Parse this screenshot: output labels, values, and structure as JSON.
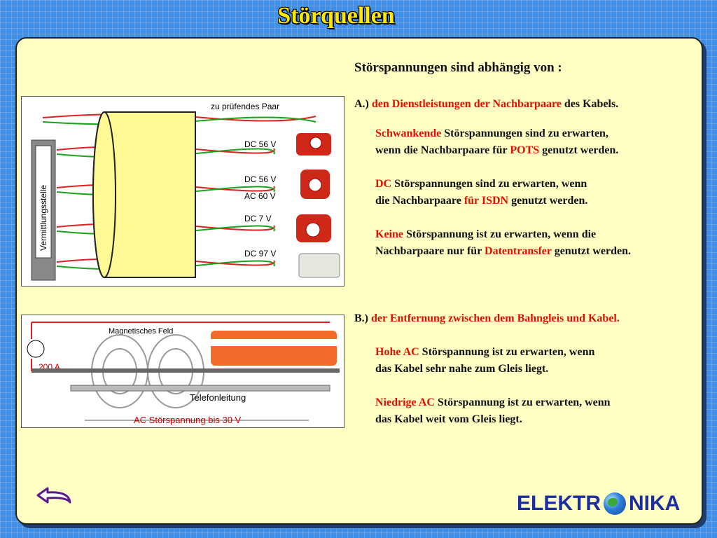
{
  "title": "Störquellen",
  "heading": "Störspannungen sind abhängig von :",
  "section_a": {
    "prefix": "A.)",
    "text_red": "den Dienstleistungen der",
    "text_red2": "Nachbarpaare",
    "text_tail": "des Kabels."
  },
  "items_a": [
    {
      "lines": [
        [
          "Schwankende",
          "Störspannungen sind zu erwarten,"
        ],
        [
          "wenn die Nachbarpaare für",
          "POTS",
          "genutzt werden."
        ]
      ]
    },
    {
      "lines": [
        [
          "DC",
          "Störspannungen sind zu erwarten, wenn"
        ],
        [
          "die Nachbarpaare",
          "für ISDN",
          "genutzt werden."
        ]
      ]
    },
    {
      "lines": [
        [
          "Keine",
          "Störspannung ist zu erwarten, wenn die"
        ],
        [
          "Nachbarpaare nur für",
          "Datentransfer",
          "genutzt  werden."
        ]
      ]
    }
  ],
  "section_b": {
    "prefix": "B.)",
    "text_red": "der Entfernung zwischen dem Bahngleis und Kabel."
  },
  "items_b": [
    {
      "lines": [
        [
          "Hohe AC",
          "Störspannung ist zu erwarten, wenn"
        ],
        [
          "das Kabel sehr nahe zum Gleis liegt."
        ]
      ]
    },
    {
      "lines": [
        [
          "Niedrige AC",
          "Störspannung ist zu erwarten, wenn"
        ],
        [
          "das Kabel weit vom Gleis liegt."
        ]
      ]
    }
  ],
  "figure1": {
    "pair_label": "zu prüfendes Paar",
    "exchange_label": "Vermittlungsstelle",
    "voltages": [
      "DC 56 V",
      "DC 56 V",
      "AC 60 V",
      "DC 7 V",
      "DC 97 V"
    ]
  },
  "figure2": {
    "field_label": "Magnetisches Feld",
    "current_label": "200 A",
    "cable_label": "Telefonleitung",
    "voltage_label": "AC Störspannung bis 30 V"
  },
  "logo": {
    "left": "ELEKTR",
    "right": "NIKA"
  },
  "icons": {
    "back": "back-arrow-icon",
    "globe": "globe-icon"
  },
  "colors": {
    "accent_red": "#e01000",
    "title_yellow": "#ffe800",
    "panel": "#ffffc4"
  }
}
